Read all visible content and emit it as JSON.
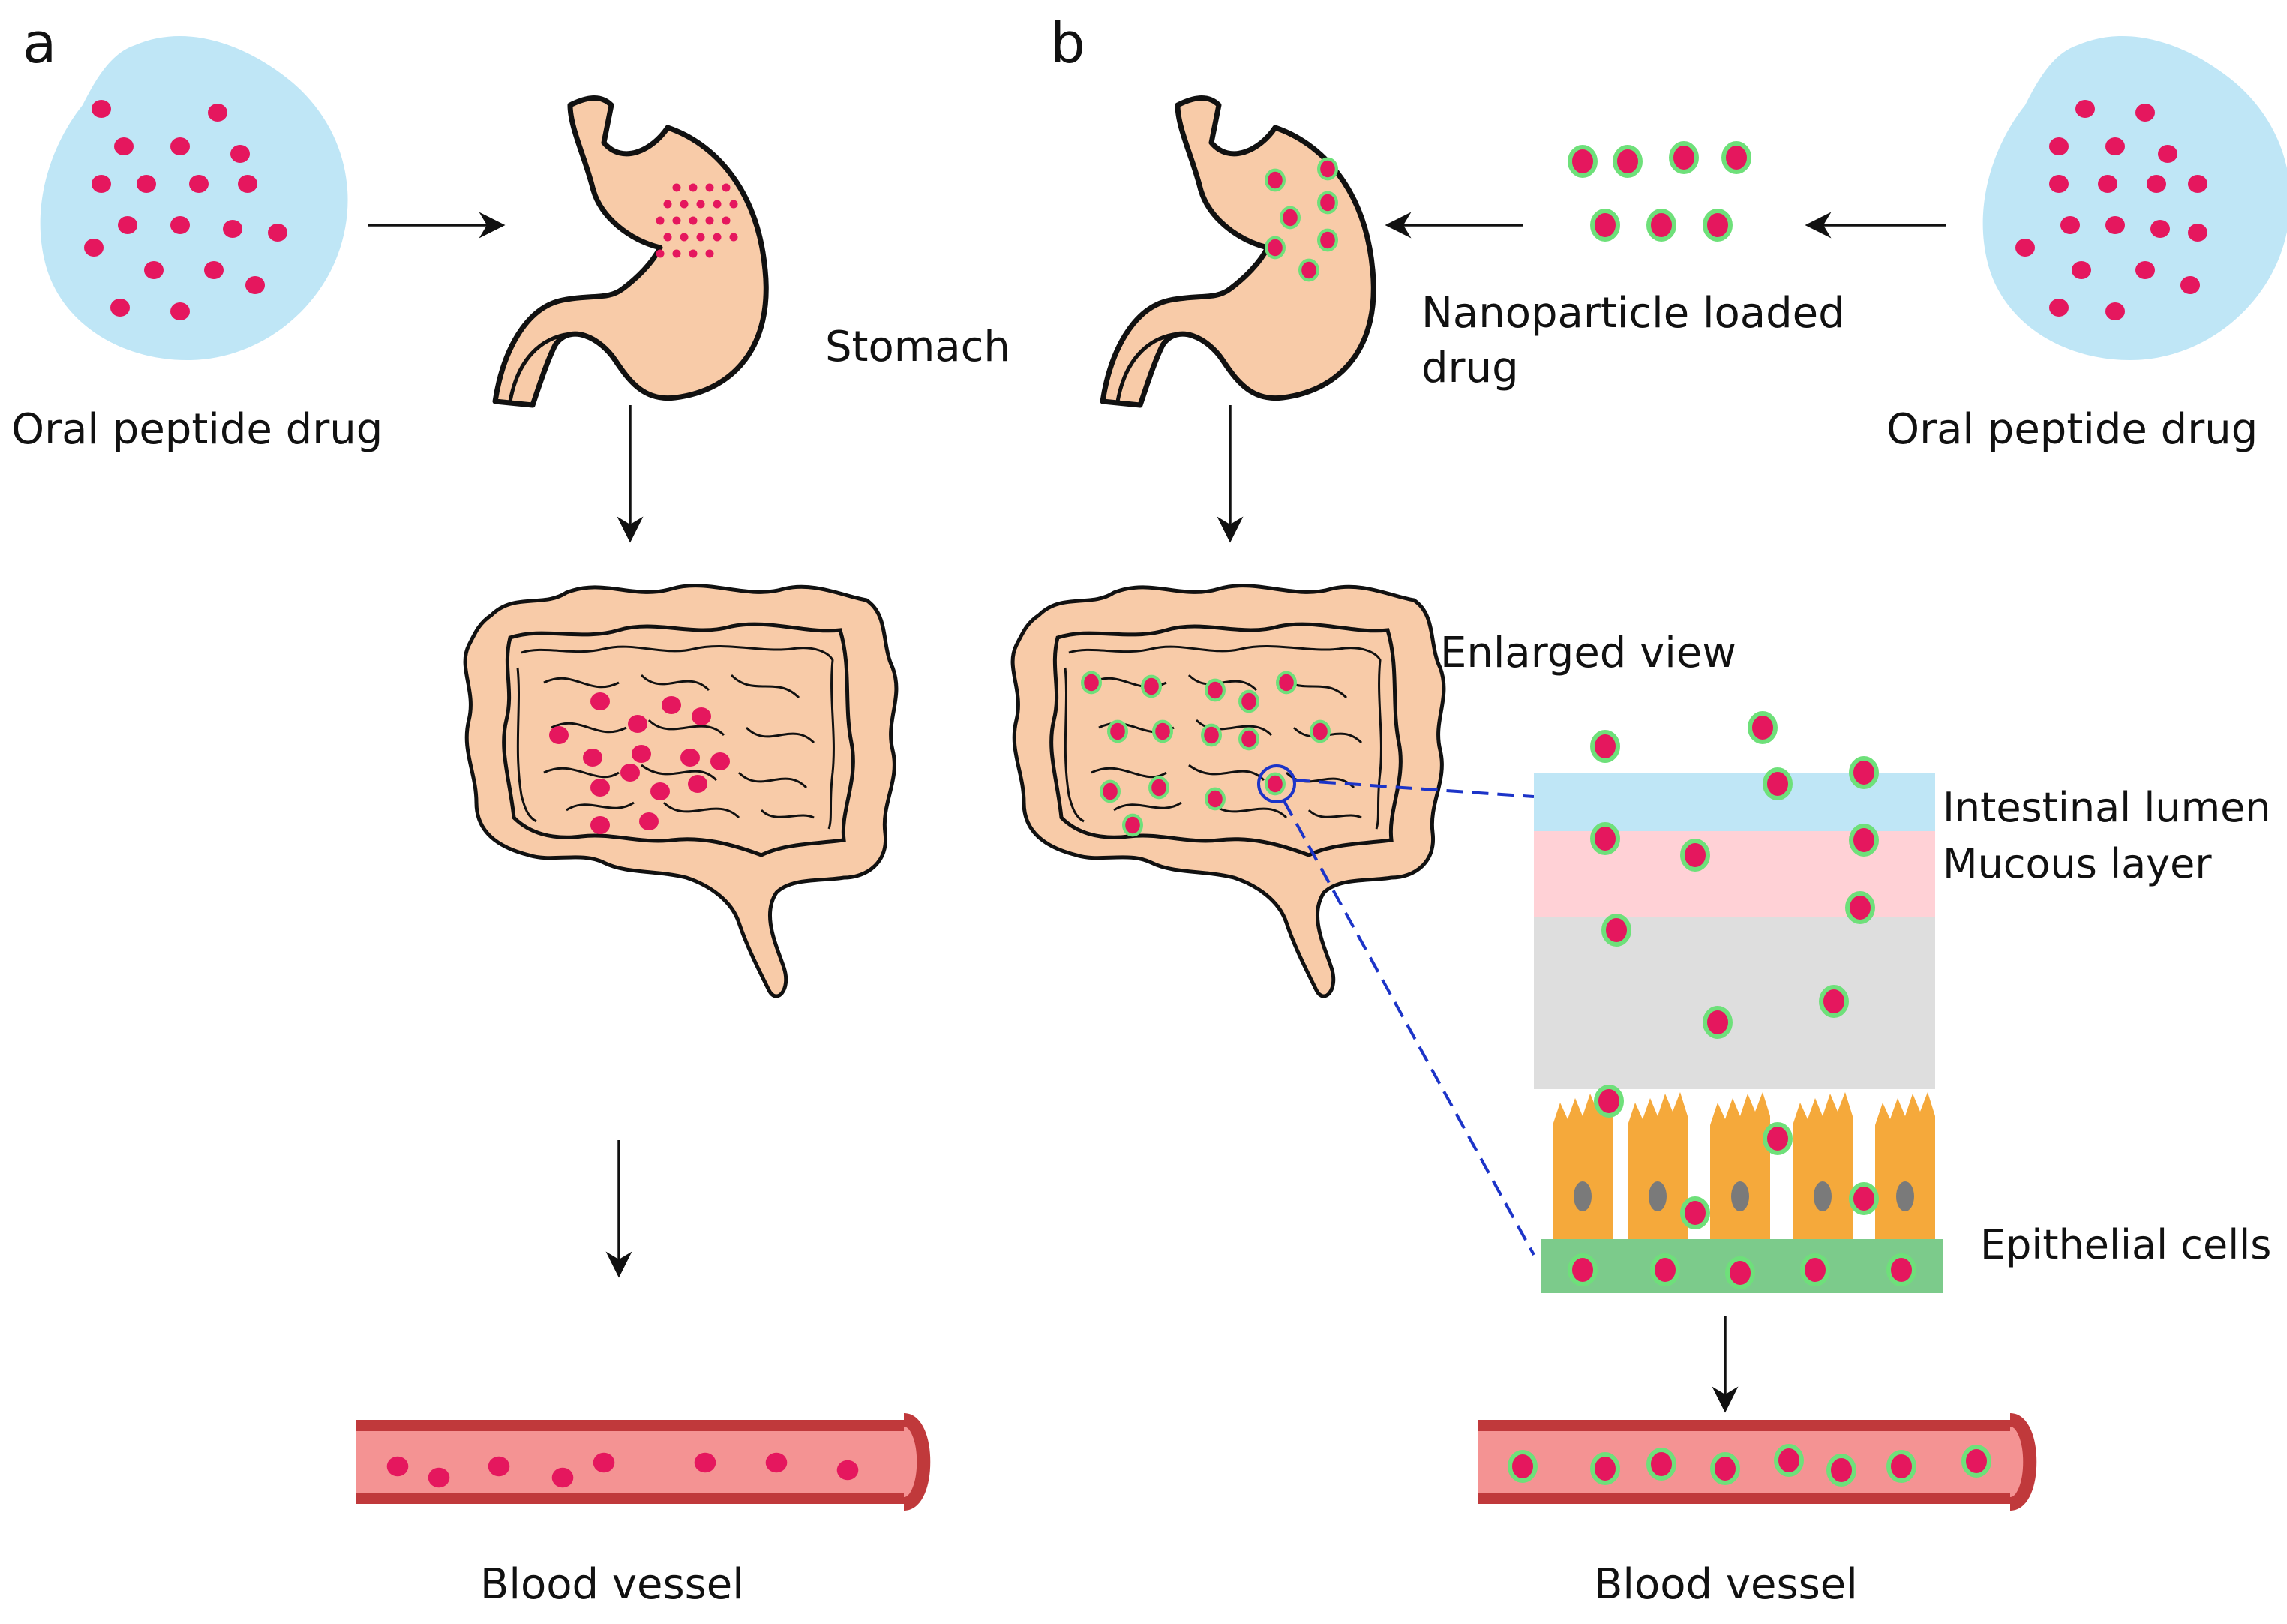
{
  "panels": {
    "a": "a",
    "b": "b"
  },
  "labels": {
    "oral_peptide_drug_a": "Oral peptide drug",
    "oral_peptide_drug_b": "Oral peptide drug",
    "stomach": "Stomach",
    "nanoparticle_line1": "Nanoparticle loaded",
    "nanoparticle_line2": "drug",
    "enlarged_view": "Enlarged view",
    "intestinal_lumen": "Intestinal lumen",
    "mucous_layer": "Mucous layer",
    "epithelial_cells": "Epithelial cells",
    "blood_vessel_a": "Blood vessel",
    "blood_vessel_b": "Blood vessel"
  },
  "colors": {
    "drug": "#e5175e",
    "nanoparticle_coat": "#6ee07a",
    "pill_bg": "#bfe6f6",
    "organ_fill": "#f8cba8",
    "lumen": "#bfe6f6",
    "mucus": "#ffd1d6",
    "gel": "#dedede",
    "cell": "#f5a93b",
    "nucleus": "#7a7a7a",
    "basement": "#7ccb8b",
    "vessel_fill": "#f49393",
    "vessel_wall": "#c0393b",
    "zoom_line": "#1c34c8"
  }
}
